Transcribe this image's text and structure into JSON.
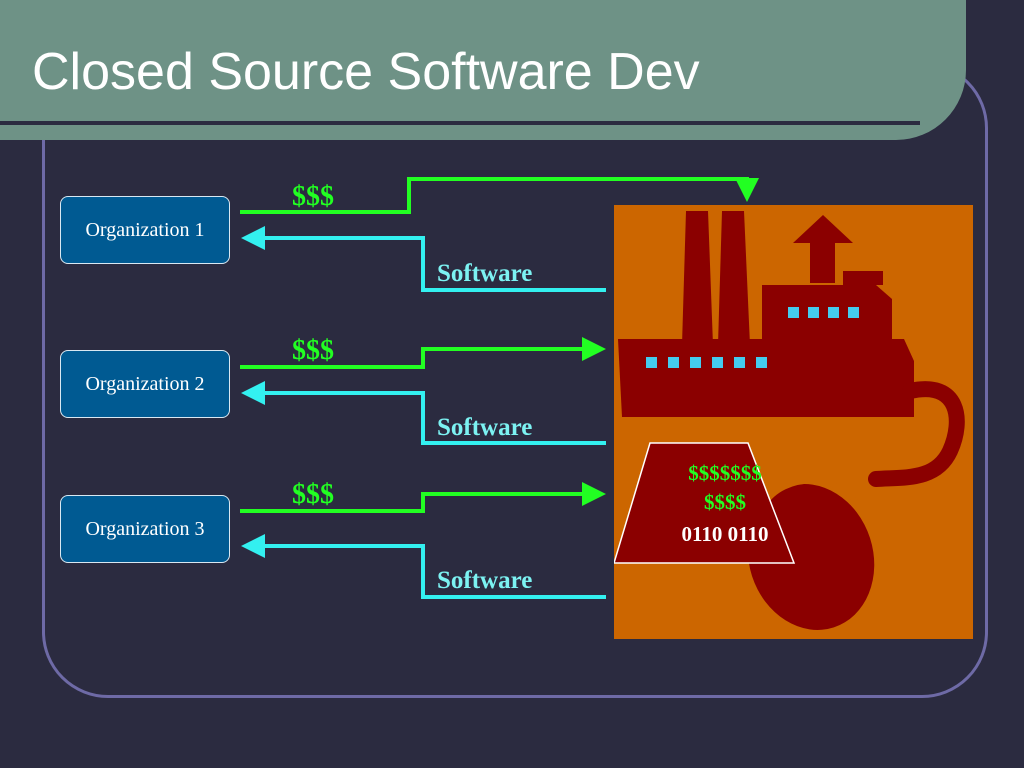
{
  "title": "Closed Source Software Dev",
  "organizations": [
    {
      "label": "Organization 1"
    },
    {
      "label": "Organization 2"
    },
    {
      "label": "Organization 3"
    }
  ],
  "flows": [
    {
      "payment": "$$$",
      "product": "Software"
    },
    {
      "payment": "$$$",
      "product": "Software"
    },
    {
      "payment": "$$$",
      "product": "Software"
    }
  ],
  "factory": {
    "bucket_lines": [
      "$$$$$$$",
      "$$$$",
      "0110 0110"
    ]
  },
  "colors": {
    "background": "#2b2b40",
    "title_band": "#6e9286",
    "frame": "#6e6aa6",
    "org_box": "#005a92",
    "payment_arrow": "#22ff22",
    "software_arrow": "#33f0f0",
    "factory_panel": "#cc6600",
    "factory": "#8b0000",
    "factory_windows": "#44ccee"
  },
  "icons": {
    "factory": "factory-icon",
    "mouse": "computer-mouse-icon"
  }
}
